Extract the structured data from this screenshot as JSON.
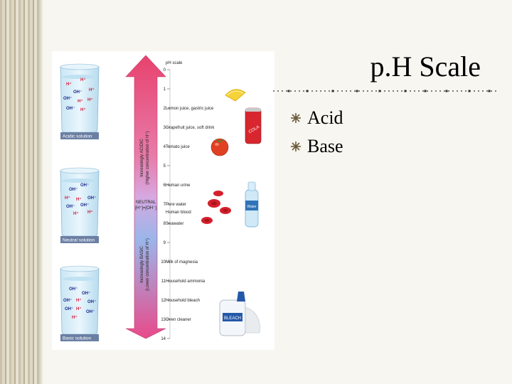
{
  "slide": {
    "title": "p.H Scale",
    "bullets": [
      "Acid",
      "Base"
    ]
  },
  "figure": {
    "scale_title": "pH scale",
    "ticks": [
      "0",
      "1",
      "2",
      "3",
      "4",
      "5",
      "6",
      "7",
      "8",
      "9",
      "10",
      "11",
      "12",
      "13",
      "14"
    ],
    "items": [
      {
        "ph": 2,
        "label": "Lemon juice, gastric juice"
      },
      {
        "ph": 3,
        "label": "Grapefruit juice, soft drink"
      },
      {
        "ph": 4,
        "label": "Tomato juice"
      },
      {
        "ph": 6,
        "label": "Human urine"
      },
      {
        "ph": 7,
        "label": "Pure water"
      },
      {
        "ph": 7.4,
        "label": "Human blood"
      },
      {
        "ph": 8,
        "label": "Seawater"
      },
      {
        "ph": 10,
        "label": "Milk of magnesia"
      },
      {
        "ph": 11,
        "label": "Household ammonia"
      },
      {
        "ph": 12,
        "label": "Household bleach"
      },
      {
        "ph": 13,
        "label": "Oven cleaner"
      }
    ],
    "acid_label_1": "Increasingly ACIDIC",
    "acid_label_2": "(Higher concentration of H⁺)",
    "neutral_label_1": "NEUTRAL",
    "neutral_label_2": "[H⁺]=[OH⁻]",
    "basic_label_1": "Increasingly BASIC",
    "basic_label_2": "(Lower concentration of H⁺)",
    "beakers": [
      {
        "label": "Acidic solution"
      },
      {
        "label": "Neutral solution"
      },
      {
        "label": "Basic solution"
      }
    ],
    "ion_h": "H⁺",
    "ion_oh": "OH⁻",
    "bottle_text": "Water",
    "bleach_text": "BLEACH",
    "can_text": "COLA",
    "colors": {
      "acid": "#e8426e",
      "base": "#4fa2e8",
      "neutral": "#d6a8e0",
      "box": "#6b7fa3"
    }
  }
}
